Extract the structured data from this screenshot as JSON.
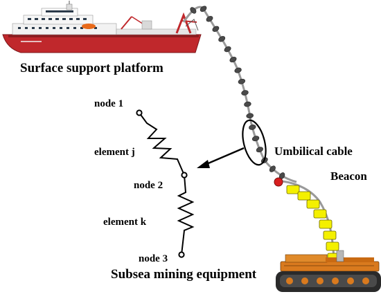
{
  "labels": {
    "surface_platform": "Surface support platform",
    "node1": "node 1",
    "element_j": "element j",
    "node2": "node 2",
    "element_k": "element k",
    "node3": "node 3",
    "umbilical_cable": "Umbilical cable",
    "beacon": "Beacon",
    "subsea_equipment": "Subsea mining equipment"
  },
  "colors": {
    "cable_bead": "#4a4a4a",
    "cable_line": "#9a9a9a",
    "beacon": "#d81e1e",
    "buoyancy_module": "#f4f000",
    "ship_hull": "#c0282c",
    "ship_superstructure": "#f2f2f2",
    "crawler_body": "#d97a1e",
    "crawler_track": "#2a2a2a"
  },
  "icons": [
    "ship-icon",
    "crawler-icon",
    "spring-icon",
    "beacon-icon",
    "arrow-icon"
  ]
}
